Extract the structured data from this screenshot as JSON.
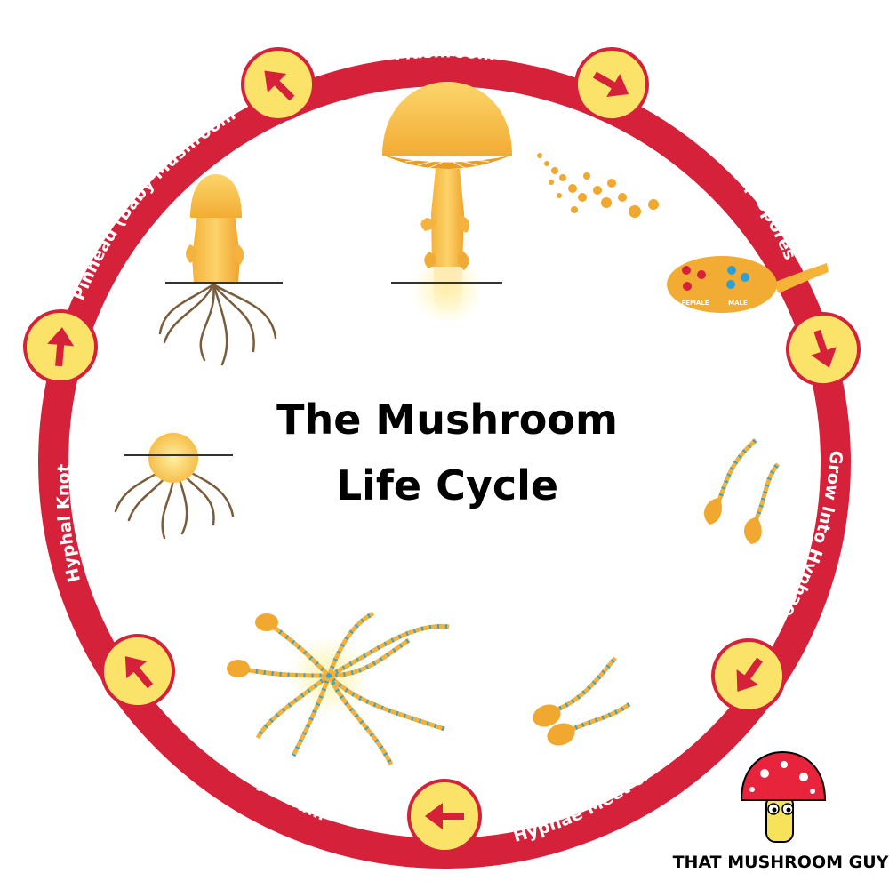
{
  "title": {
    "line1": "The Mushroom",
    "line2": "Life Cycle"
  },
  "stages": [
    {
      "key": "mushroom",
      "label": "Mushroom"
    },
    {
      "key": "drop-spores",
      "label": "Drop Spores"
    },
    {
      "key": "grow-into-hyphae",
      "label": "Grow Into Hyphae"
    },
    {
      "key": "hyphae-meet-combine",
      "label": "Hyphae Meet & Combine"
    },
    {
      "key": "mycelium",
      "label": "Mycelium"
    },
    {
      "key": "hyphal-knot",
      "label": "Hyphal Knot"
    },
    {
      "key": "pinhead",
      "label": "Pinhead (Baby Mushroom)"
    }
  ],
  "spore_labels": {
    "female": "FEMALE",
    "male": "MALE"
  },
  "brand": {
    "name": "THAT MUSHROOM GUY"
  },
  "colors": {
    "ring": "#d6213b",
    "badge_fill": "#fbe36a",
    "badge_border": "#d6213b",
    "arrow": "#d6213b",
    "mushroom_light": "#fcd56b",
    "mushroom_mid": "#f5b437",
    "mushroom_dark": "#e09a22",
    "root": "#7a5c3a",
    "spore_orange": "#f0a830",
    "title_text": "#000000"
  },
  "icons": [
    "arrow-icon",
    "mushroom-logo-icon",
    "plus-icon"
  ]
}
